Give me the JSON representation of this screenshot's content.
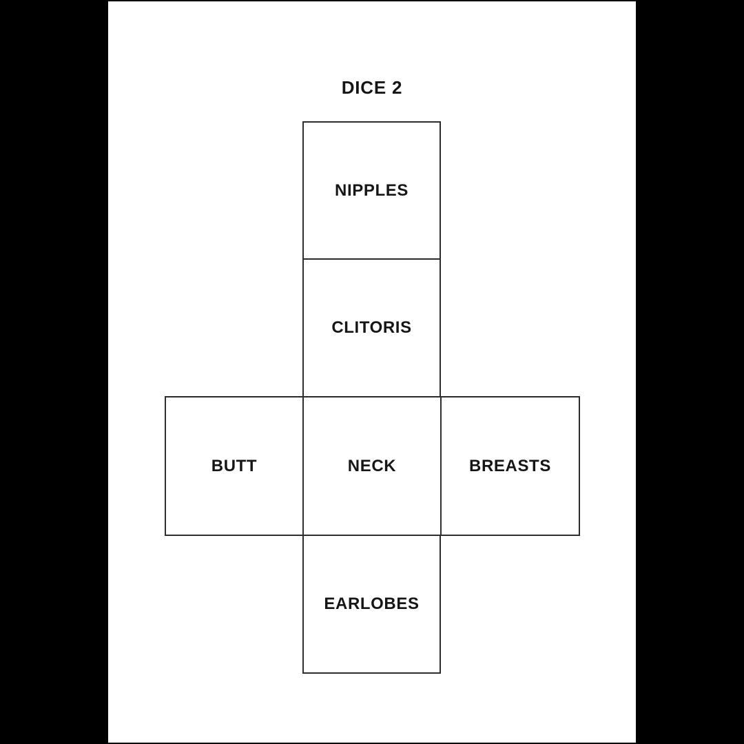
{
  "page": {
    "title": "DICE 2"
  },
  "dice_net": {
    "faces": [
      {
        "label": "NIPPLES",
        "position": "column-top"
      },
      {
        "label": "CLITORIS",
        "position": "column-upper-middle"
      },
      {
        "label": "BUTT",
        "position": "row-left"
      },
      {
        "label": "NECK",
        "position": "row-center"
      },
      {
        "label": "BREASTS",
        "position": "row-right"
      },
      {
        "label": "EARLOBES",
        "position": "column-bottom"
      }
    ]
  },
  "colors": {
    "letterbox": "#000000",
    "page_background": "#ffffff",
    "border": "#2b2b2b",
    "text": "#161616"
  }
}
